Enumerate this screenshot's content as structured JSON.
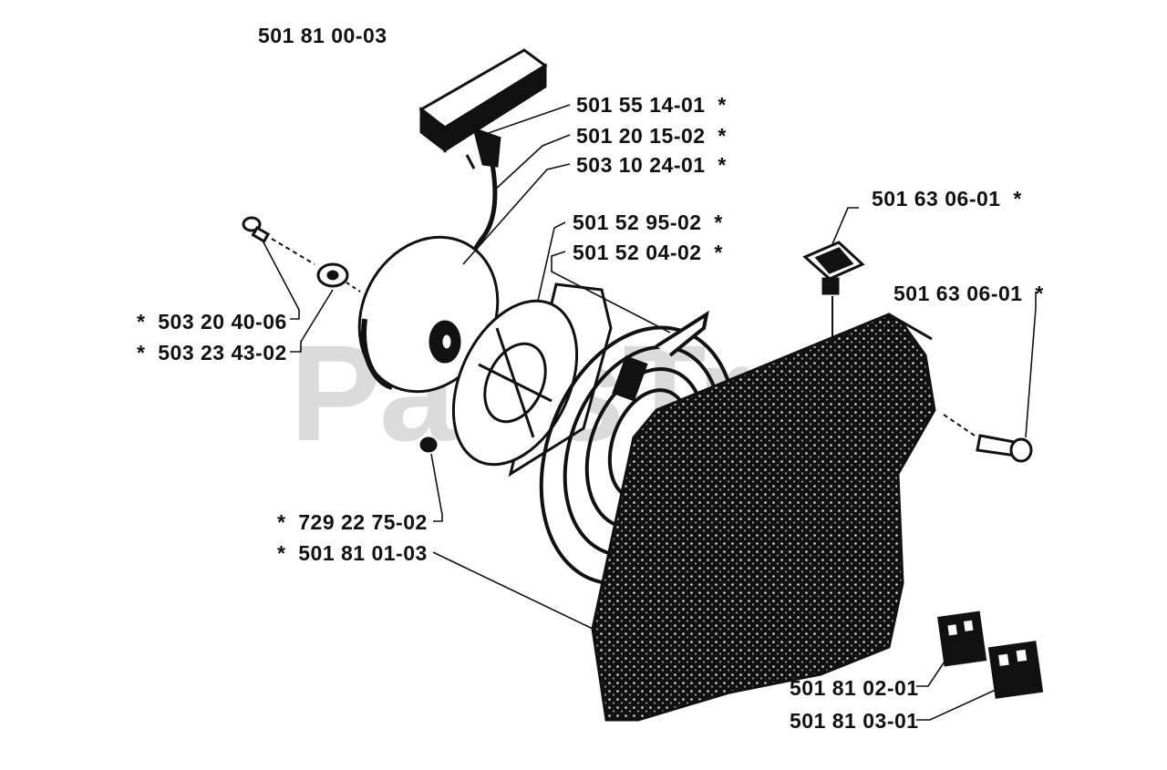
{
  "diagram": {
    "assembly_number": "501 81 00-03",
    "watermark": "PartsTree",
    "callouts": [
      {
        "id": "handle",
        "part": "501 55 14-01",
        "asterisk": "*",
        "asterisk_side": "right"
      },
      {
        "id": "rope",
        "part": "501 20 15-02",
        "asterisk": "*",
        "asterisk_side": "right"
      },
      {
        "id": "pulley",
        "part": "503 10 24-01",
        "asterisk": "*",
        "asterisk_side": "right"
      },
      {
        "id": "spring-cassette",
        "part": "501 52 95-02",
        "asterisk": "*",
        "asterisk_side": "right"
      },
      {
        "id": "recoil-spring",
        "part": "501 52 04-02",
        "asterisk": "*",
        "asterisk_side": "right"
      },
      {
        "id": "grommet-top",
        "part": "501 63 06-01",
        "asterisk": "*",
        "asterisk_side": "right"
      },
      {
        "id": "grommet-right",
        "part": "501 63 06-01",
        "asterisk": "*",
        "asterisk_side": "right"
      },
      {
        "id": "screw",
        "part": "503 20 40-06",
        "asterisk": "*",
        "asterisk_side": "left"
      },
      {
        "id": "washer",
        "part": "503 23 43-02",
        "asterisk": "*",
        "asterisk_side": "left"
      },
      {
        "id": "nut",
        "part": "729 22 75-02",
        "asterisk": "*",
        "asterisk_side": "left"
      },
      {
        "id": "starter-cover",
        "part": "501 81 01-03",
        "asterisk": "*",
        "asterisk_side": "left"
      },
      {
        "id": "decal-1",
        "part": "501 81 02-01",
        "asterisk": "",
        "asterisk_side": "none"
      },
      {
        "id": "decal-2",
        "part": "501 81 03-01",
        "asterisk": "",
        "asterisk_side": "none"
      }
    ],
    "colors": {
      "ink": "#111111",
      "watermark": "#cfcfcf"
    }
  }
}
